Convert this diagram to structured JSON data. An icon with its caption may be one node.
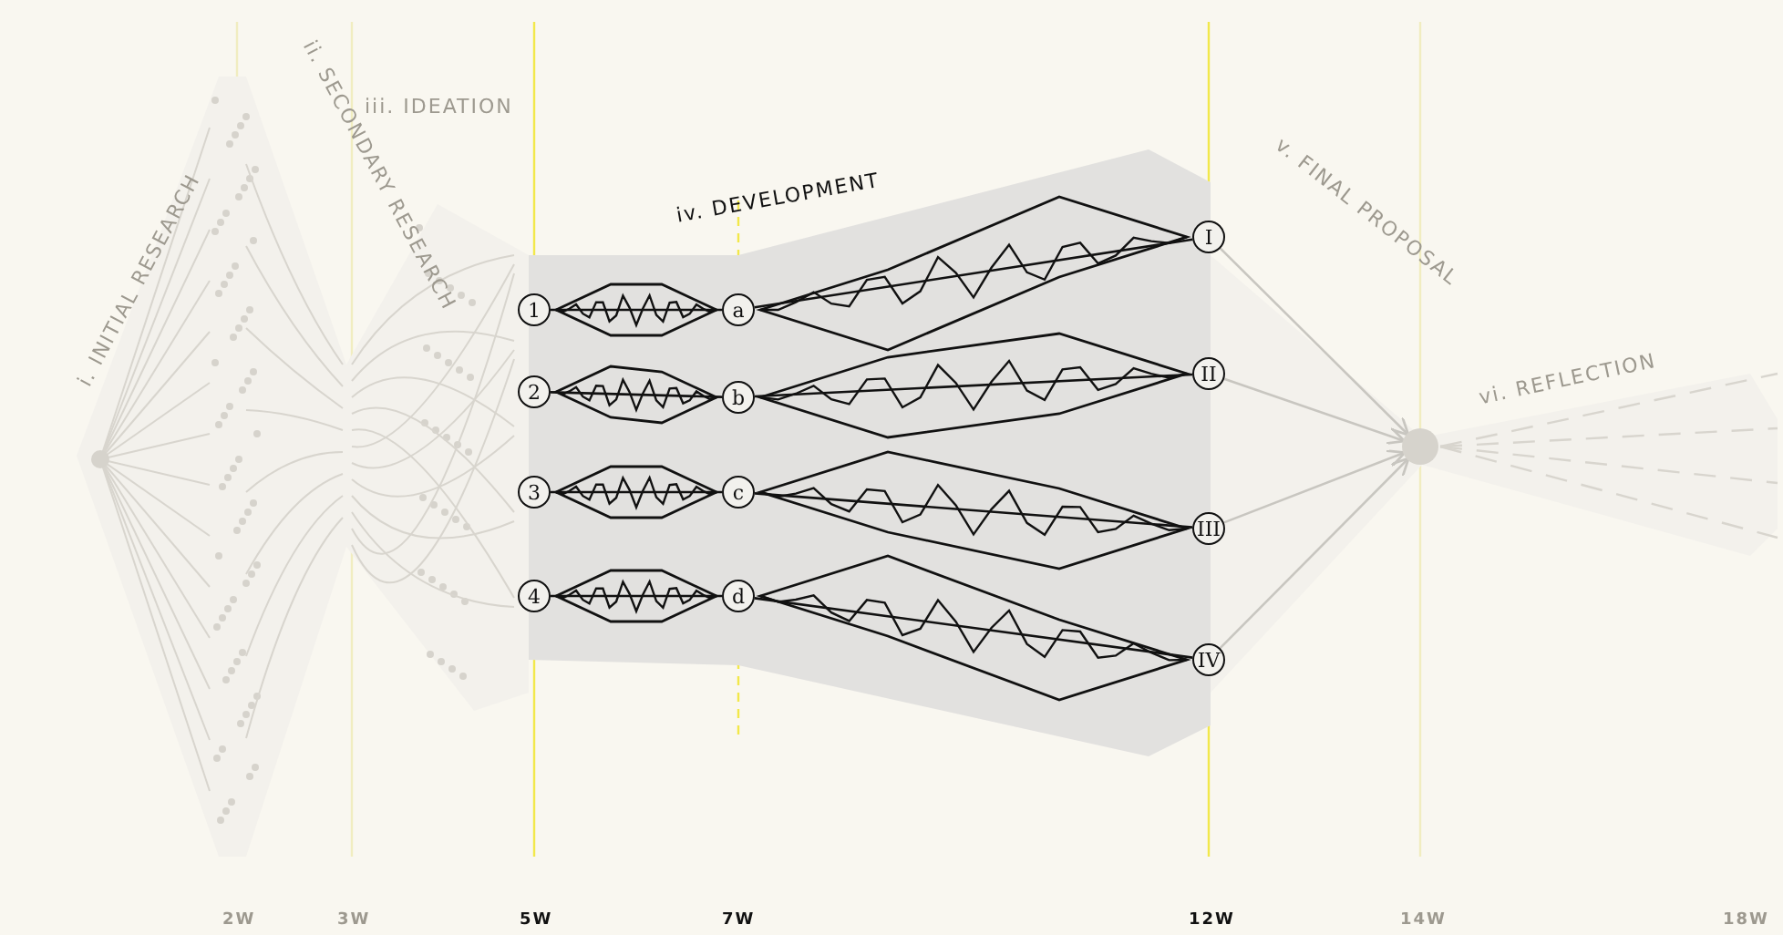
{
  "diagram": {
    "nodes": [
      {
        "text": [
          "1"
        ]
      },
      {
        "text": [
          "2"
        ]
      },
      {
        "text": [
          "3"
        ]
      },
      {
        "text": [
          "4"
        ]
      },
      {
        "text": [
          "a"
        ]
      },
      {
        "text": [
          "b"
        ]
      },
      {
        "text": [
          "c"
        ]
      },
      {
        "text": [
          "d"
        ]
      },
      {
        "text": [
          "I"
        ]
      },
      {
        "text": [
          "II"
        ]
      },
      {
        "text": [
          "III"
        ]
      },
      {
        "text": [
          "IV"
        ]
      },
      {
        "text": [],
        "shape": "circle"
      }
    ],
    "edges": [
      {
        "from": 0,
        "to": 4,
        "arrow": "none"
      },
      {
        "from": 1,
        "to": 5,
        "arrow": "none"
      },
      {
        "from": 2,
        "to": 6,
        "arrow": "none"
      },
      {
        "from": 3,
        "to": 7,
        "arrow": "none"
      },
      {
        "from": 4,
        "to": 8,
        "arrow": "none"
      },
      {
        "from": 5,
        "to": 9,
        "arrow": "none"
      },
      {
        "from": 6,
        "to": 10,
        "arrow": "none"
      },
      {
        "from": 7,
        "to": 11,
        "arrow": "none"
      },
      {
        "from": 8,
        "to": 12,
        "arrow": "to",
        "color": "#c8c6c0"
      },
      {
        "from": 9,
        "to": 12,
        "arrow": "to",
        "color": "#c8c6c0"
      },
      {
        "from": 10,
        "to": 12,
        "arrow": "to",
        "color": "#c8c6c0"
      },
      {
        "from": 11,
        "to": 12,
        "arrow": "to",
        "color": "#c8c6c0"
      }
    ],
    "labels": [
      "i. INITIAL RESEARCH",
      "ii. SECONDARY RESEARCH",
      "iii. IDEATION",
      "iv. DEVELOPMENT",
      "v. FINAL PROPOSAL",
      "vi. REFLECTION",
      "2W",
      "3W",
      "5W",
      "7W",
      "12W",
      "14W",
      "18W"
    ]
  }
}
